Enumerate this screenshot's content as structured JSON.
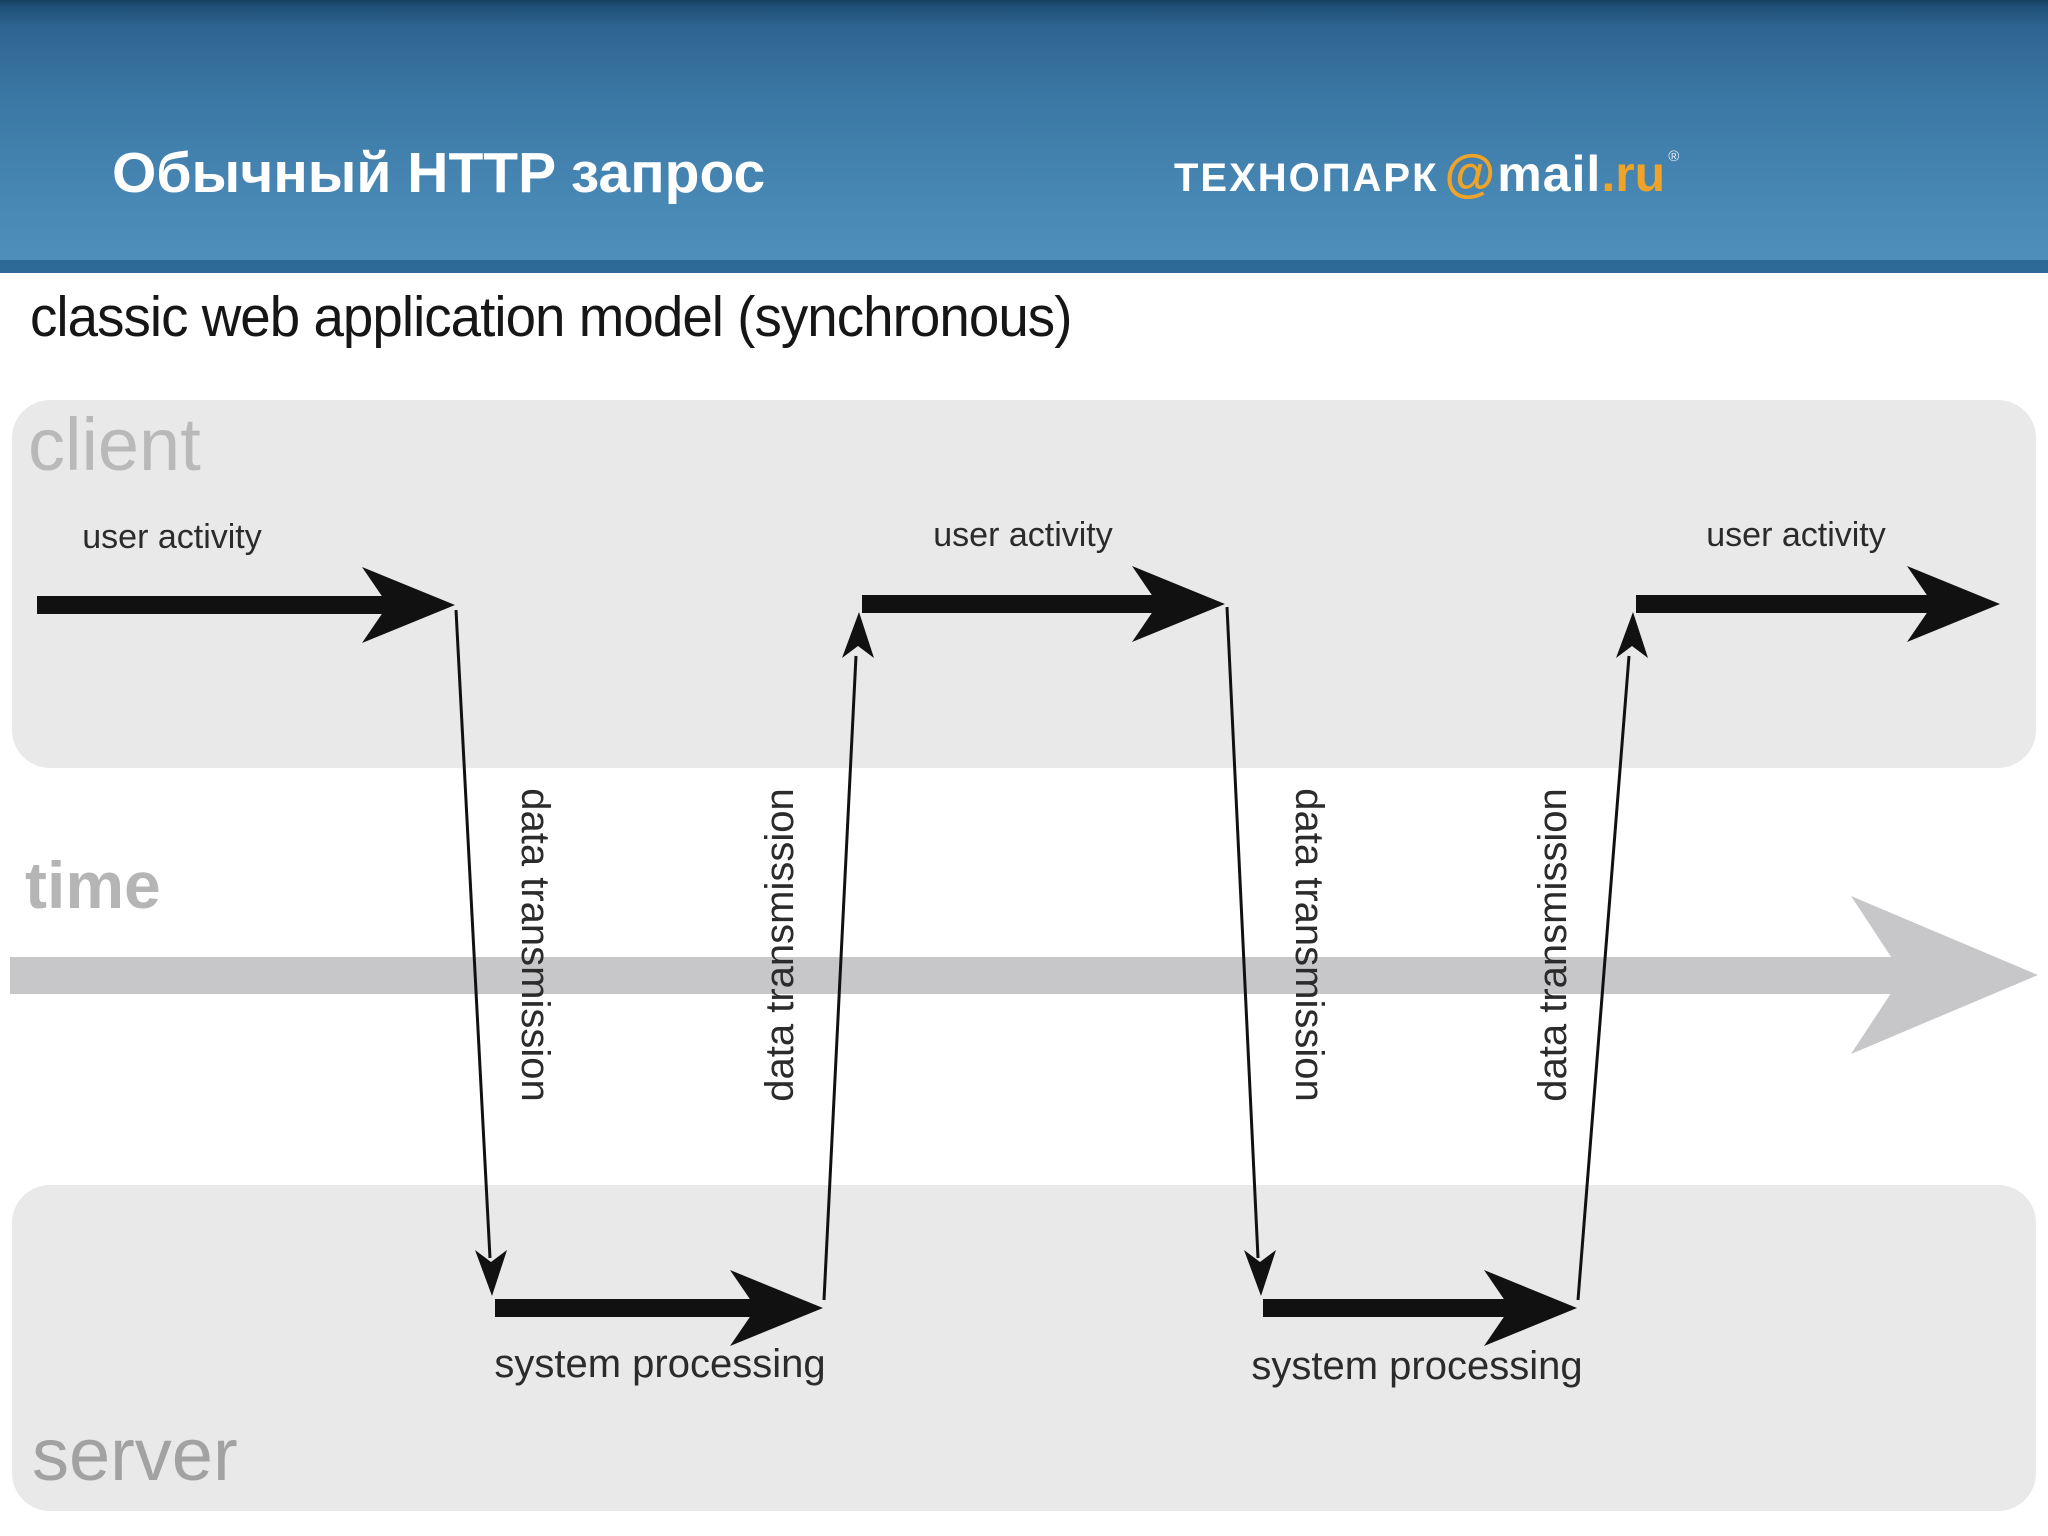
{
  "header": {
    "title": "Обычный HTTP запрос",
    "logo": {
      "technopark": "ТЕХНОПАРК",
      "at": "@",
      "mail": "mail",
      "ru": ".ru",
      "registered": "®"
    }
  },
  "subtitle": "classic web application model (synchronous)",
  "diagram": {
    "client_label": "client",
    "time_label": "time",
    "server_label": "server",
    "user_activity_labels": [
      "user activity",
      "user activity",
      "user activity"
    ],
    "data_transmission_labels": [
      "data transmission",
      "data transmission",
      "data transmission",
      "data transmission"
    ],
    "system_processing_labels": [
      "system processing",
      "system processing"
    ]
  },
  "colors": {
    "header_gradient_top": "#2d648f",
    "header_gradient_bottom": "#4e8fbb",
    "header_border_bottom": "#2e6a98",
    "logo_orange": "#efa328",
    "band_gray": "#e9e9ea",
    "band_label_gray": "#b0b0b0",
    "time_arrow_gray": "#c7c7c9",
    "diagram_ink": "#111111"
  }
}
